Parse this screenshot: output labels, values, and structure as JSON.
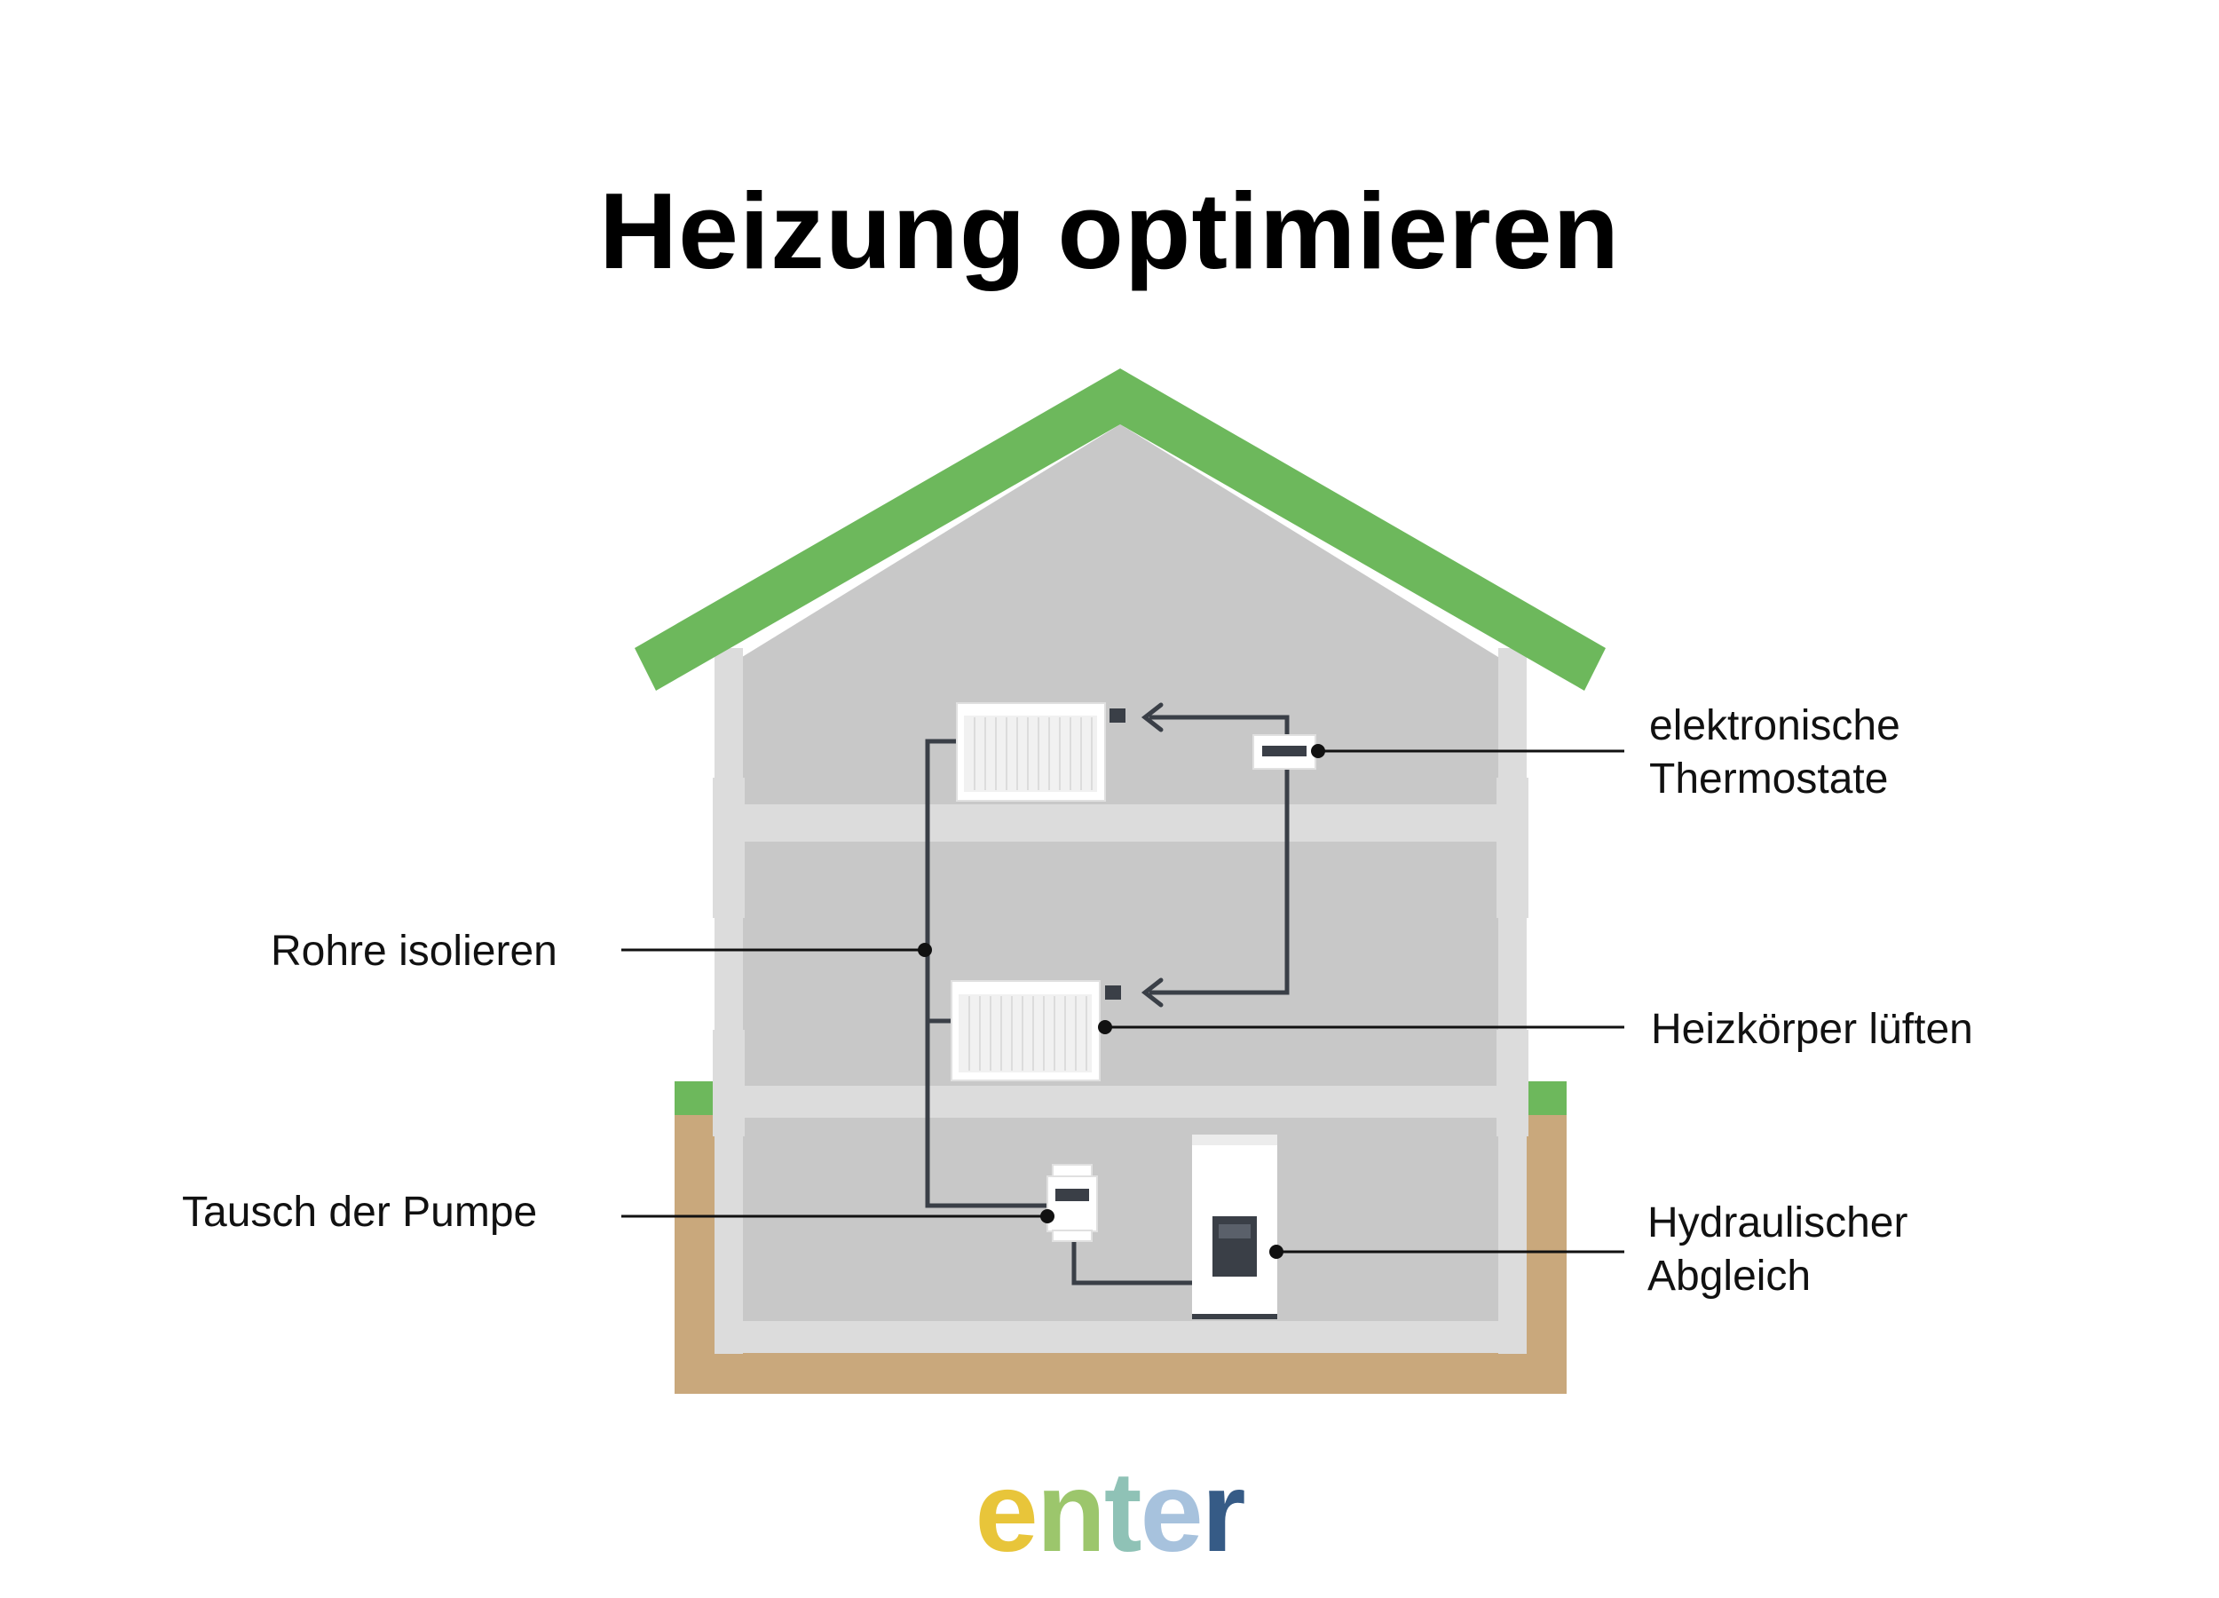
{
  "title": "Heizung optimieren",
  "labels": {
    "thermostate": [
      "elektronische",
      "Thermostate"
    ],
    "rohre": "Rohre isolieren",
    "heizkoerper": "Heizkörper lüften",
    "pumpe": "Tausch der Pumpe",
    "abgleich": [
      "Hydraulischer",
      "Abgleich"
    ]
  },
  "logo": {
    "text": "enter",
    "letters": [
      "e",
      "n",
      "t",
      "e",
      "r"
    ],
    "colors": [
      "#e8c53a",
      "#9cc66c",
      "#8fc2b6",
      "#a7c2dd",
      "#365b86"
    ]
  },
  "colors": {
    "roof": "#6db85c",
    "wall": "#c8c8c8",
    "frame": "#dcdcdc",
    "ground": "#c9a87c",
    "grass": "#6db85c",
    "pipe": "#3a3f47",
    "window": "#c8f0ea"
  },
  "icons": [
    "radiator-icon",
    "thermostat-icon",
    "pump-icon",
    "boiler-icon"
  ]
}
